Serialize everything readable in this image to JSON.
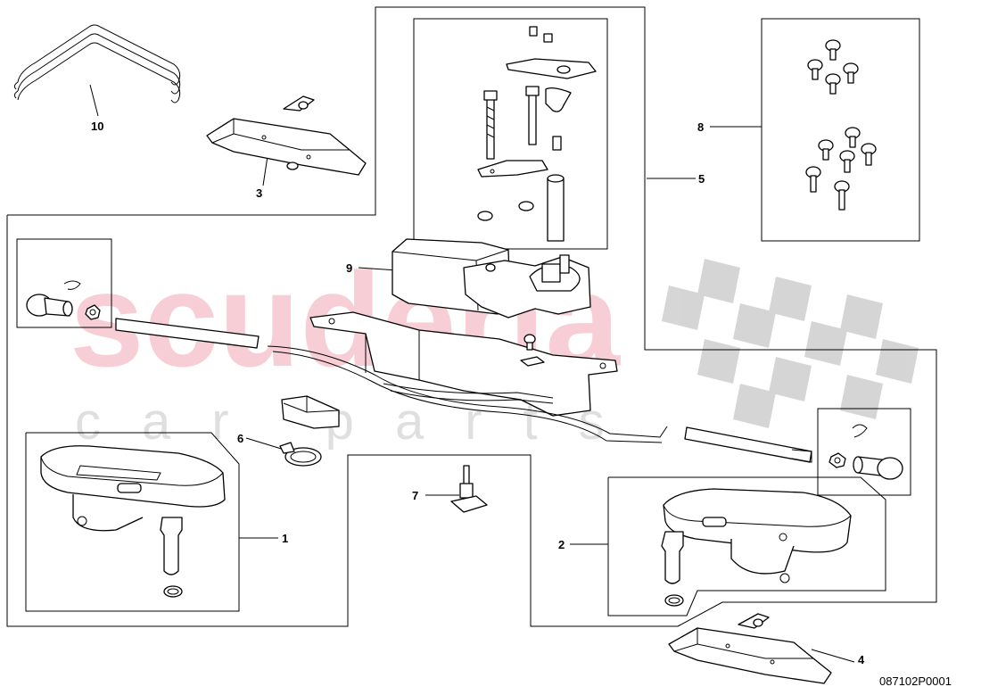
{
  "watermark": {
    "main": "scuderia",
    "sub": "car parts",
    "checker_color": "#c8c8c8",
    "main_color": "#f2a7b3"
  },
  "callouts": {
    "p1": "1",
    "p2": "2",
    "p3": "3",
    "p4": "4",
    "p5": "5",
    "p6": "6",
    "p7": "7",
    "p8": "8",
    "p9": "9",
    "p10": "10"
  },
  "document_id": "087102P0001"
}
